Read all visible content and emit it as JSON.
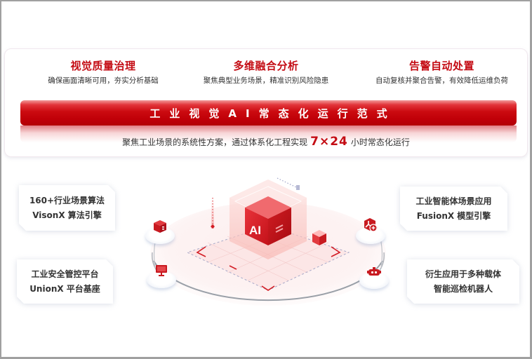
{
  "top_panel": {
    "pillars": [
      {
        "title": "视觉质量治理",
        "desc": "确保画面清晰可用，夯实分析基础"
      },
      {
        "title": "多维融合分析",
        "desc": "聚焦典型业务场景，精准识别风险隐患"
      },
      {
        "title": "告警自动处置",
        "desc": "自动复核并聚合告警，有效降低运维负荷"
      }
    ],
    "banner": "工业视觉AI常态化运行范式",
    "tagline": {
      "before": "聚焦工业场景的系统性方案，通过体系化工程实现",
      "highlight": "7×24",
      "after": "小时常态化运行"
    }
  },
  "cards": [
    {
      "line1": "160+行业场景算法",
      "line2": "VisonX 算法引擎"
    },
    {
      "line1": "工业安全管控平台",
      "line2": "UnionX 平台基座"
    },
    {
      "line1": "工业智能体场景应用",
      "line2": "FusionX 模型引擎"
    },
    {
      "line1": "衍生应用于多种载体",
      "line2": "智能巡检机器人"
    }
  ],
  "center": {
    "cube_label": "AI",
    "icons": [
      "algorithm-box-icon",
      "monitor-icon",
      "agent-app-icon",
      "robot-icon"
    ]
  },
  "colors": {
    "brand_red": "#c40c14",
    "text_dark": "#333333",
    "frame_gray": "#a0a0a0"
  }
}
